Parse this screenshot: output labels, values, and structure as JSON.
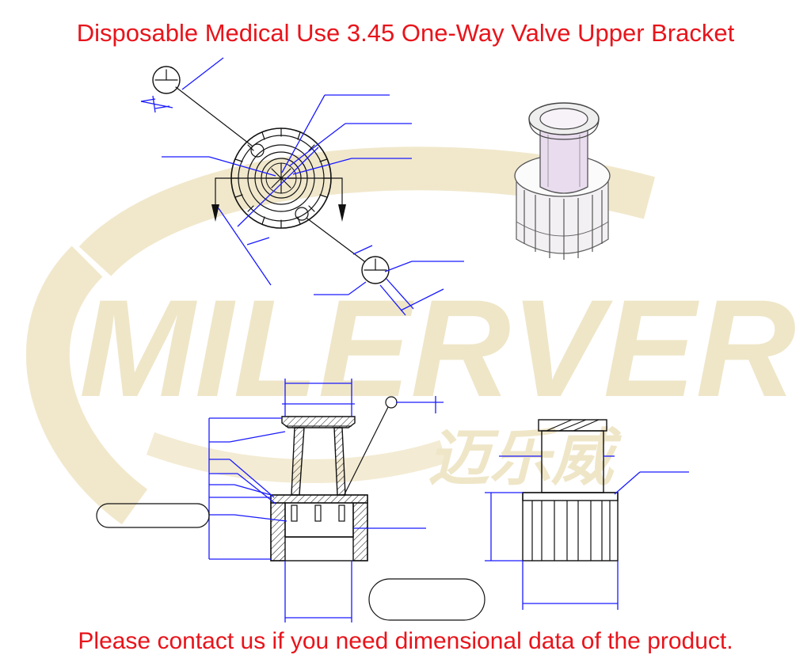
{
  "header": {
    "title": "Disposable Medical Use 3.45 One-Way Valve Upper Bracket"
  },
  "footer": {
    "note": "Please contact us if you need dimensional data of the product."
  },
  "watermark": {
    "brand": "MILERVER",
    "brand_cn": "迈乐威"
  },
  "colors": {
    "title": "#e8141b",
    "footer": "#e8141b",
    "dimension": "#1a1aff",
    "outline": "#111111",
    "watermark": "#efe6c8",
    "part_tint": "#e9dcef"
  }
}
